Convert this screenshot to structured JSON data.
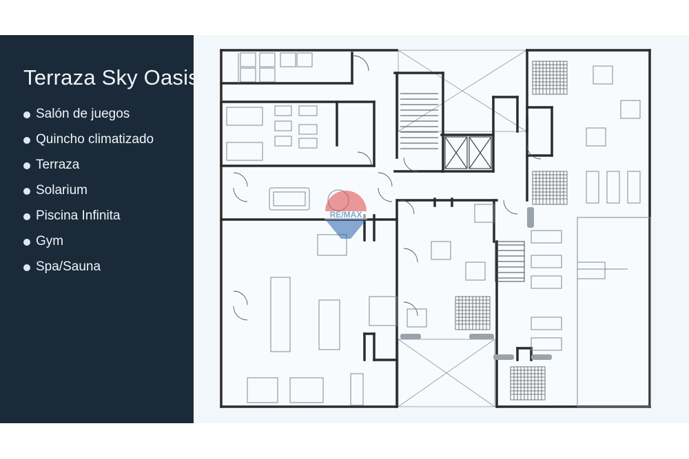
{
  "sidebar": {
    "title": "Terraza Sky Oasis",
    "amenities": [
      {
        "label": "Salón de juegos"
      },
      {
        "label": "Quincho climatizado"
      },
      {
        "label": "Terraza"
      },
      {
        "label": "Solarium"
      },
      {
        "label": "Piscina Infinita"
      },
      {
        "label": "Gym"
      },
      {
        "label": "Spa/Sauna"
      }
    ]
  },
  "watermark": {
    "text": "RE/MAX"
  },
  "colors": {
    "sidebar_bg": "#1b2a38",
    "sidebar_text": "#eef4fa",
    "plan_bg": "#f2f7fb",
    "wall": "#2b2b2b",
    "furniture": "#7d8792",
    "watermark_red": "#e1474a",
    "watermark_blue": "#2a63ad"
  }
}
